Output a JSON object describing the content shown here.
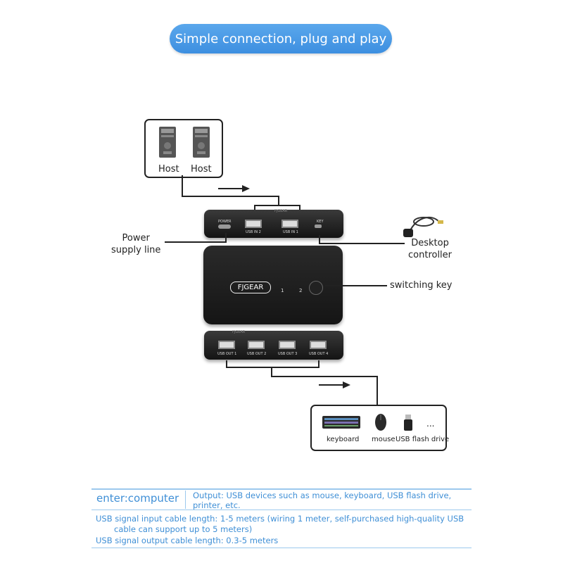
{
  "banner": {
    "text": "Simple connection, plug and play"
  },
  "hosts": [
    {
      "label": "Host"
    },
    {
      "label": "Host"
    }
  ],
  "labels": {
    "power": "Power\nsupply line",
    "desktop": "Desktop\ncontroller",
    "switching": "switching key"
  },
  "device": {
    "brand": "FJGEAR",
    "led1": "1",
    "led2": "2",
    "back_strip": "FJGEAR",
    "top_ports": {
      "power": "POWER",
      "in2": "USB IN 2",
      "in1": "USB IN 1",
      "key": "KEY"
    },
    "bottom_ports": [
      "USB OUT 1",
      "USB OUT 2",
      "USB OUT 3",
      "USB OUT 4"
    ]
  },
  "peripherals": [
    {
      "label": "keyboard"
    },
    {
      "label": "mouse"
    },
    {
      "label": "USB flash drive"
    },
    {
      "label": "..."
    }
  ],
  "footer": {
    "left": "enter:computer",
    "right": "Output: USB devices such as mouse, keyboard, USB flash drive, printer, etc.",
    "line1a": "USB signal input cable length: 1-5 meters (wiring 1 meter, self-purchased high-quality USB",
    "line1b": "cable can support up to 5 meters)",
    "line2": "USB signal output cable length: 0.3-5 meters"
  },
  "colors": {
    "banner": "#4a9ae6",
    "footer_text": "#3f8fd6",
    "footer_rule": "#9cc9ee",
    "device": "#1e1e1e"
  }
}
